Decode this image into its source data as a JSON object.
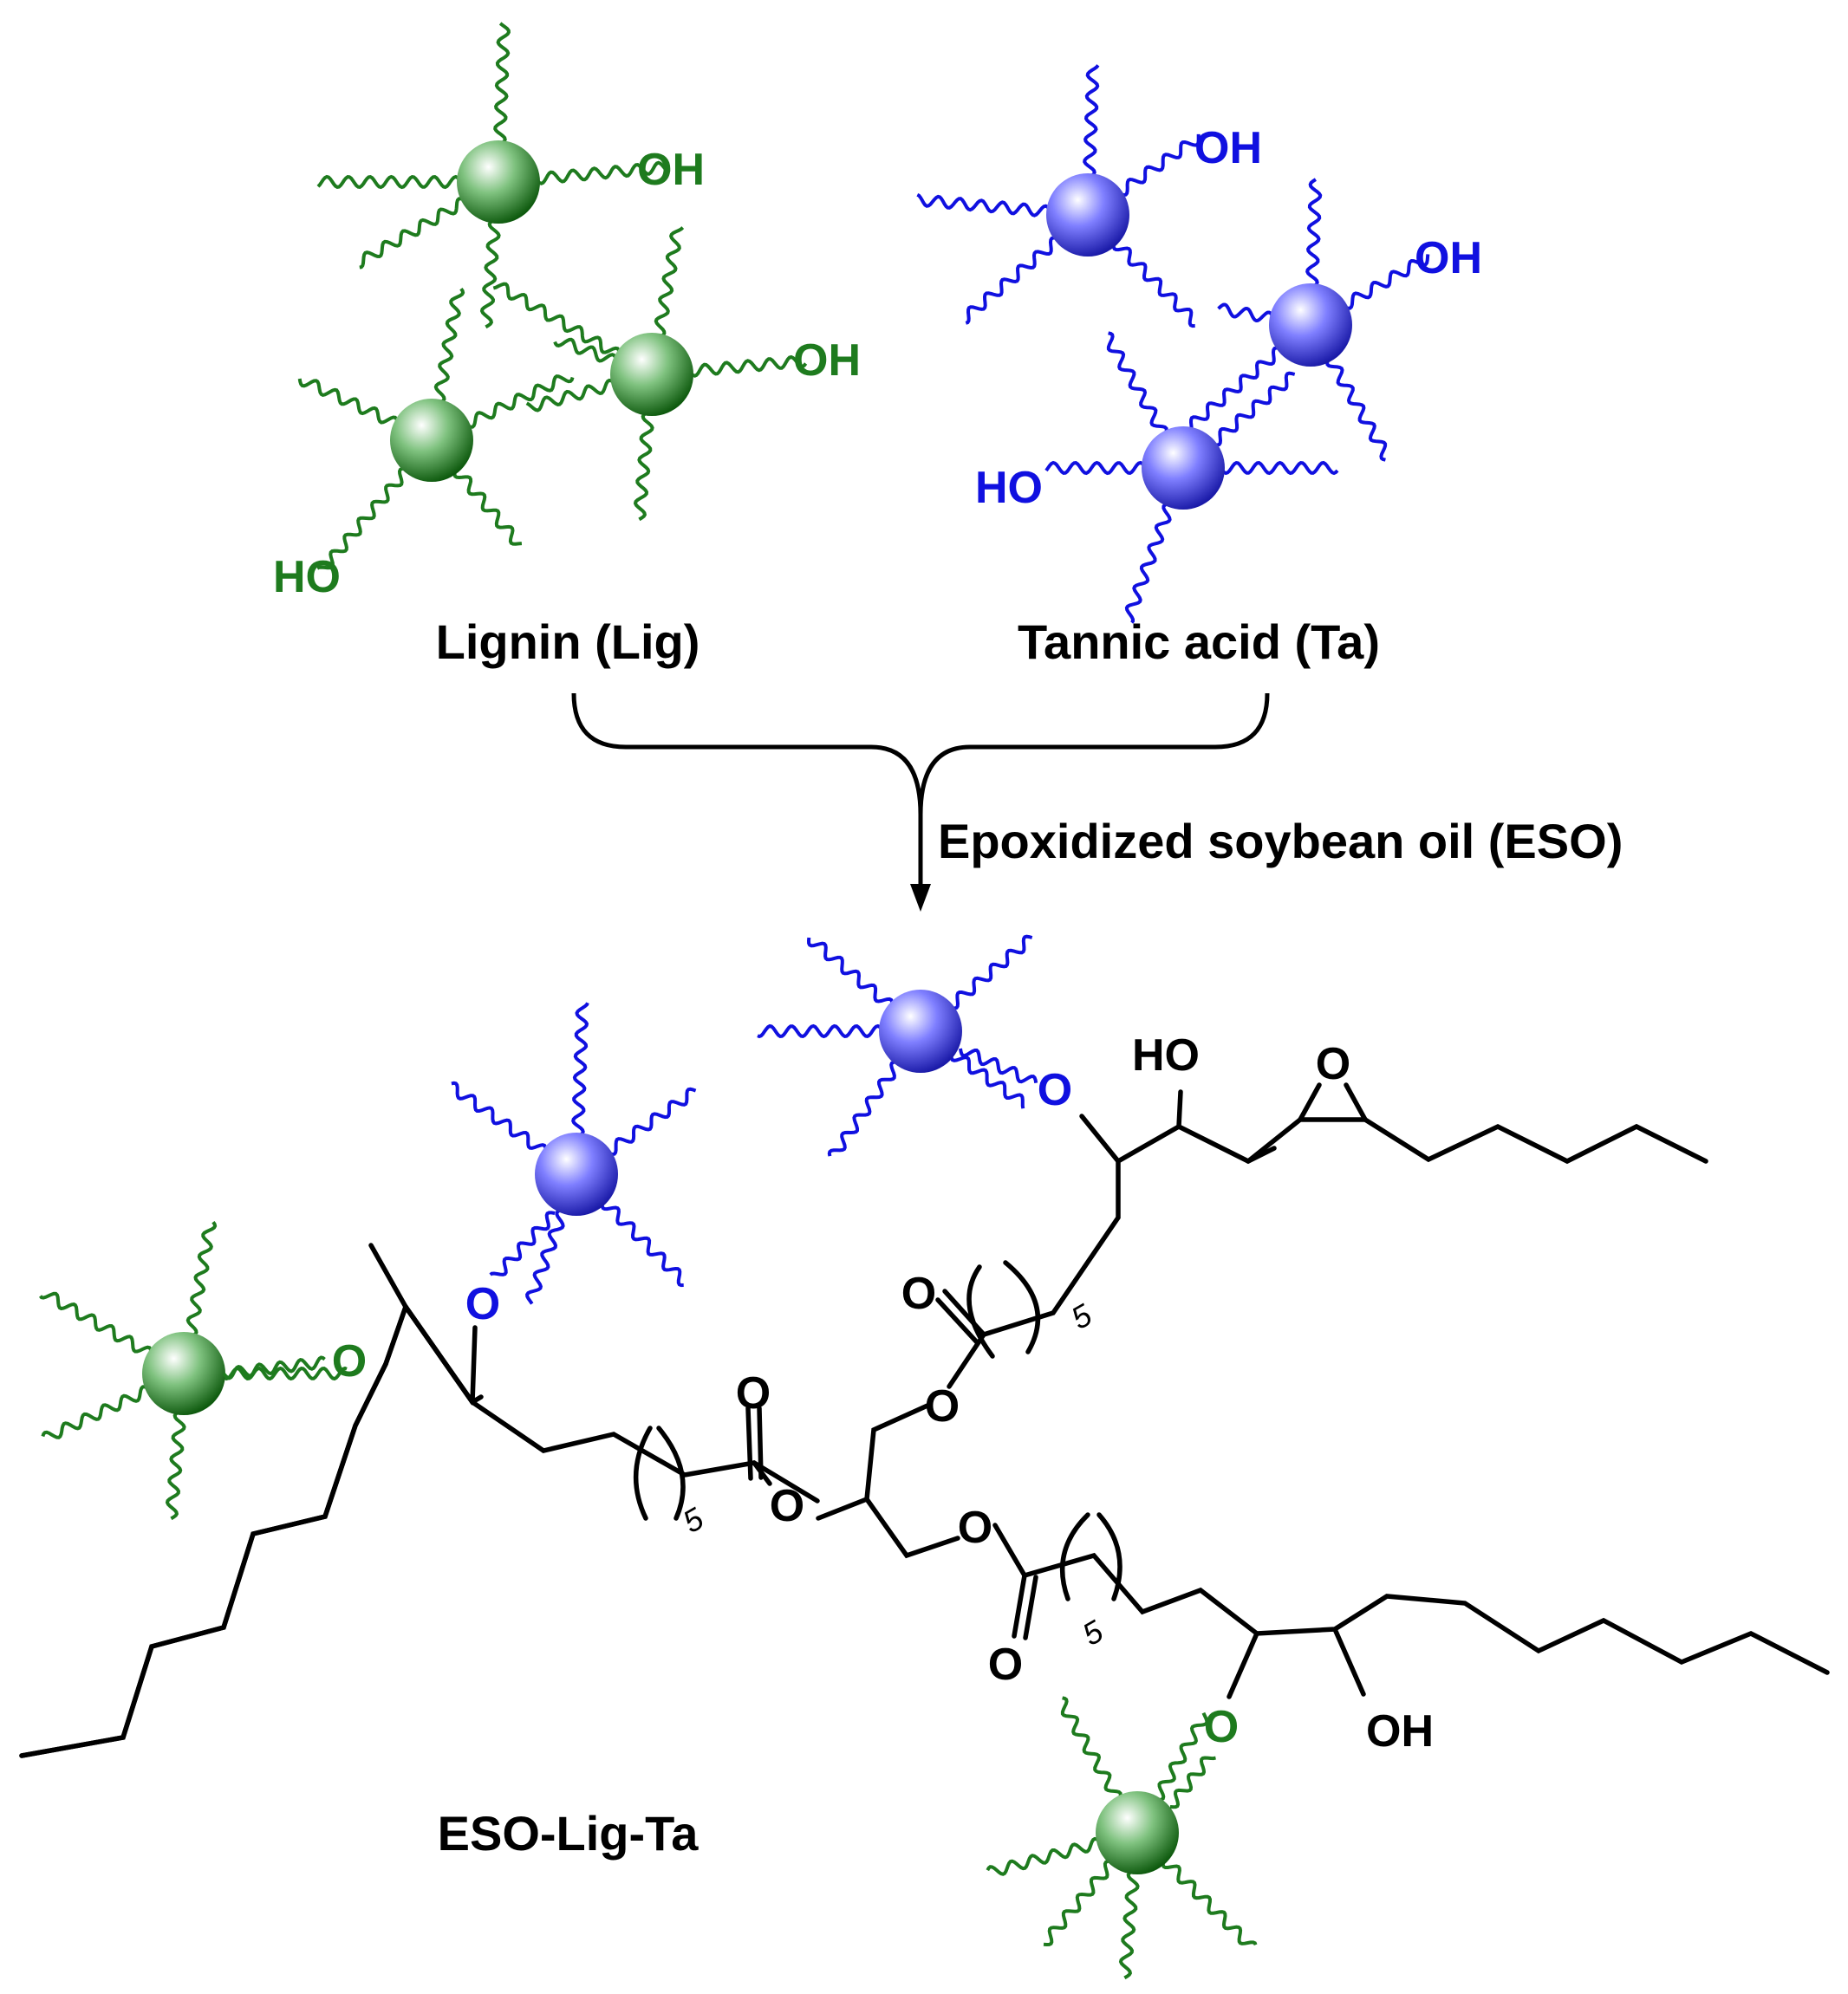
{
  "labels": {
    "lignin": "Lignin (Lig)",
    "tannic": "Tannic acid (Ta)",
    "reagent": "Epoxidized soybean oil (ESO)",
    "product": "ESO-Lig-Ta",
    "oh": "OH",
    "ho": "HO",
    "o": "O",
    "repeat": "5"
  },
  "colors": {
    "lignin": "#1e7b1e",
    "tannic": "#1010e0",
    "bond": "#000000"
  }
}
